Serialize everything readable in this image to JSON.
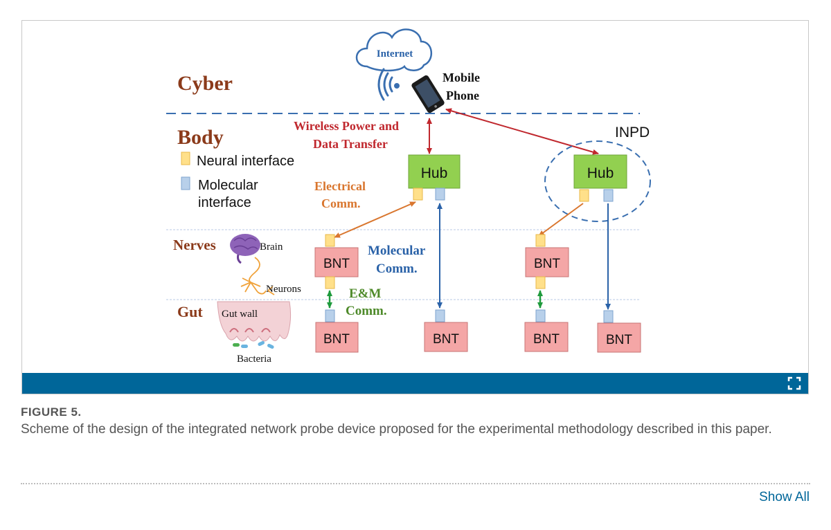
{
  "diagram": {
    "layers": {
      "cyber": "Cyber",
      "body": "Body",
      "nerves": "Nerves",
      "gut": "Gut"
    },
    "legend": {
      "neural": "Neural interface",
      "molecular_line1": "Molecular",
      "molecular_line2": "interface"
    },
    "cloud_label": "Internet",
    "phone_line1": "Mobile",
    "phone_line2": "Phone",
    "wireless_line1": "Wireless Power and",
    "wireless_line2": "Data Transfer",
    "electrical_line1": "Electrical",
    "electrical_line2": "Comm.",
    "molecular_comm_line1": "Molecular",
    "molecular_comm_line2": "Comm.",
    "em_line1": "E&M",
    "em_line2": "Comm.",
    "inpd": "INPD",
    "hub": "Hub",
    "bnt": "BNT",
    "brain": "Brain",
    "neurons": "Neurons",
    "gut_wall": "Gut wall",
    "bacteria": "Bacteria",
    "colors": {
      "cyber_text": "#8b3a1a",
      "red_text": "#c0282e",
      "orange_text": "#d9762e",
      "blue_text": "#2a62a8",
      "green_text": "#4e8a2a",
      "hub_fill": "#92d050",
      "bnt_fill": "#f4a6a6",
      "neural_port": "#ffe08a",
      "molecular_port": "#b8d0ea",
      "dash_blue": "#3a6fb0"
    }
  },
  "figure": {
    "label": "FIGURE 5.",
    "caption": "Scheme of the design of the integrated network probe device proposed for the experimental methodology described in this paper."
  },
  "actions": {
    "show_all": "Show All",
    "expand_icon": "expand-icon"
  }
}
